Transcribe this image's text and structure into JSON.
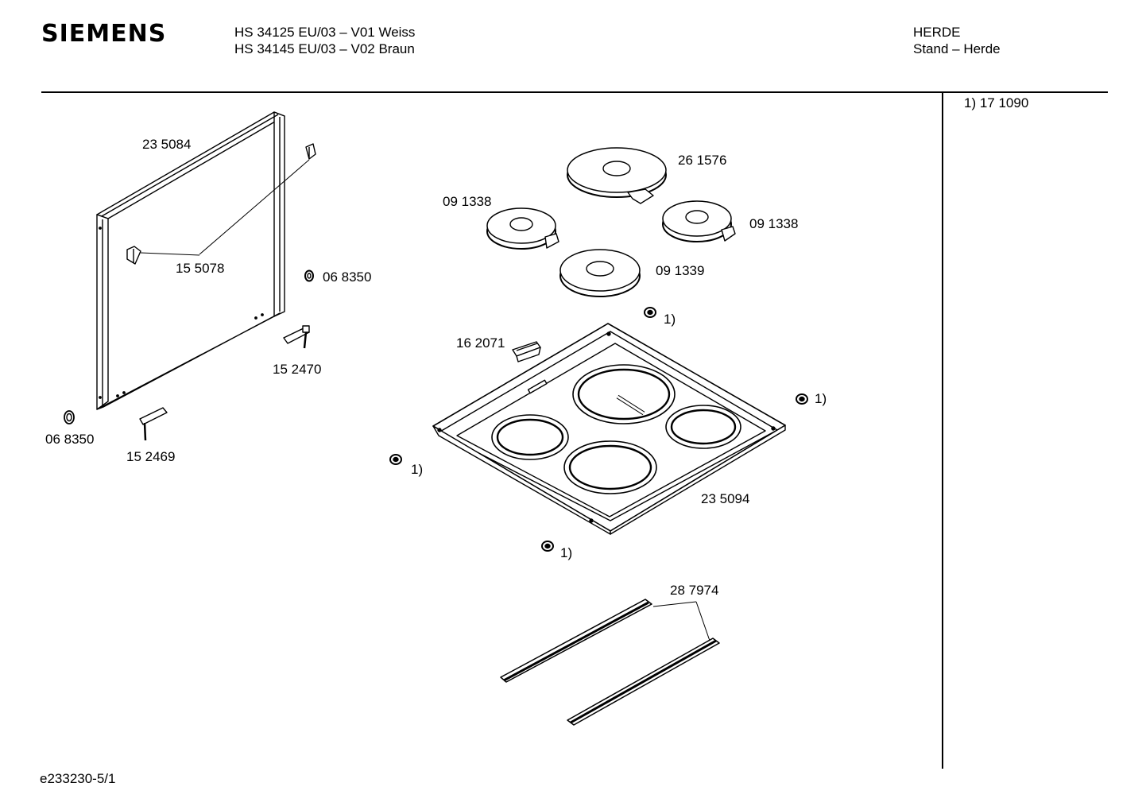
{
  "header": {
    "brand": "SIEMENS",
    "model_lines": [
      "HS 34125 EU/03 – V01 Weiss",
      "HS 34145 EU/03 – V02 Braun"
    ],
    "category_lines": [
      "HERDE",
      "Stand – Herde"
    ]
  },
  "legend_note": "1) 17 1090",
  "footer": {
    "doc_id": "e233230-5/1"
  },
  "part_labels": {
    "back_panel": "23 5084",
    "clip": "15 5078",
    "ring_right": "06 8350",
    "ring_left": "06 8350",
    "hinge_right": "15 2470",
    "hinge_left": "15 2469",
    "hotplate_large": "26 1576",
    "hotplate_left": "09 1338",
    "hotplate_right": "09 1338",
    "hotplate_front": "09 1339",
    "bracket": "16 2071",
    "hob_frame": "23 5094",
    "rails": "28 7974",
    "footnote_marker_1": "1)",
    "footnote_marker_2": "1)",
    "footnote_marker_3": "1)",
    "footnote_marker_4": "1)"
  }
}
